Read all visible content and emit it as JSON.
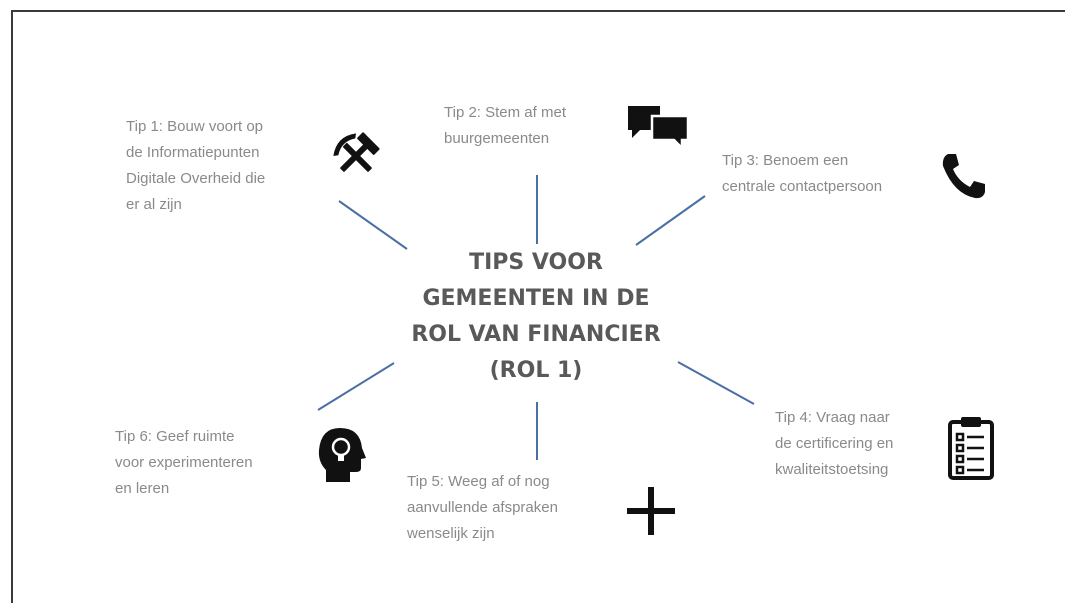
{
  "center": {
    "title_lines": [
      "TIPS VOOR",
      "GEMEENTEN IN DE",
      "ROL VAN FINANCIER",
      "(ROL 1)"
    ]
  },
  "tips": [
    {
      "lines": [
        "Tip 1: Bouw voort op",
        "de Informatiepunten",
        "Digitale Overheid die",
        "er al zijn"
      ],
      "icon": "hammer-pick-icon"
    },
    {
      "lines": [
        "Tip 2: Stem af met",
        "buurgemeenten"
      ],
      "icon": "chat-bubbles-icon"
    },
    {
      "lines": [
        "Tip 3: Benoem een",
        "centrale contactpersoon"
      ],
      "icon": "phone-icon"
    },
    {
      "lines": [
        "Tip 4: Vraag naar",
        "de certificering en",
        "kwaliteitstoetsing"
      ],
      "icon": "clipboard-checklist-icon"
    },
    {
      "lines": [
        "Tip 5: Weeg af of nog",
        "aanvullende afspraken",
        "wenselijk zijn"
      ],
      "icon": "plus-icon"
    },
    {
      "lines": [
        "Tip 6: Geef ruimte",
        "voor experimenteren",
        "en leren"
      ],
      "icon": "head-lightbulb-icon"
    }
  ],
  "colors": {
    "connector": "#4a6fa5",
    "tip_text": "#8a8a8a",
    "title_text": "#595959",
    "icon": "#111111"
  }
}
